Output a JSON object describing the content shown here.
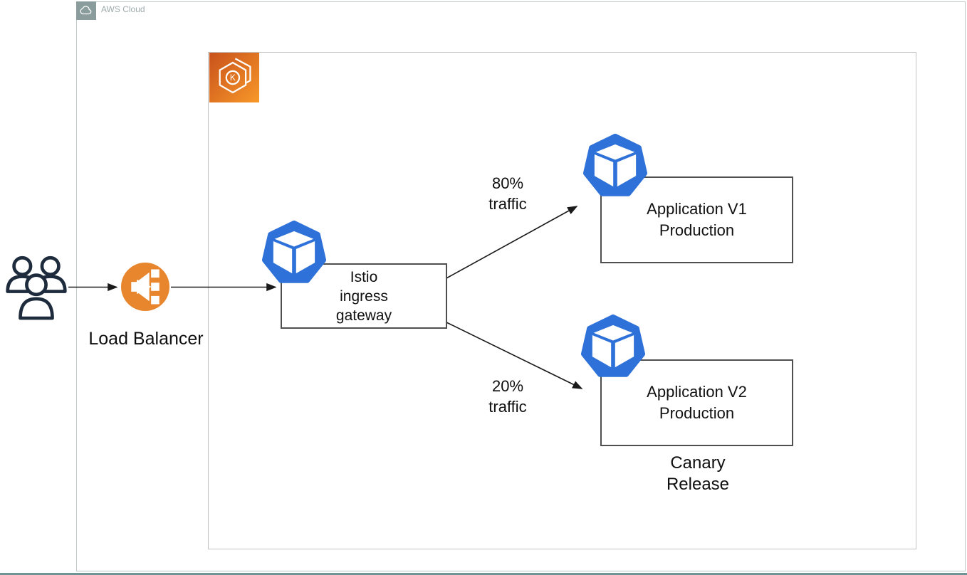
{
  "diagram": {
    "aws_cloud_label": "AWS Cloud",
    "load_balancer_label": "Load Balancer",
    "istio_label": "Istio\ningress\ngateway",
    "app_v1_label": "Application V1\nProduction",
    "app_v2_label": "Application V2\nProduction",
    "canary_label": "Canary\nRelease",
    "traffic_80_label": "80%\ntraffic",
    "traffic_20_label": "20%\ntraffic"
  },
  "icons": {
    "users": "users-icon",
    "load_balancer": "elastic-load-balancer-icon",
    "eks": "amazon-eks-icon",
    "pod": "kubernetes-pod-icon",
    "cloud": "cloud-icon"
  },
  "colors": {
    "pod_blue": "#2E71D8",
    "elb_orange": "#E8862D",
    "eks_gradient_start": "#C8511B",
    "eks_gradient_end": "#F89829",
    "users_navy": "#1E2B3C",
    "aws_badge_gray": "#8A9C9C",
    "aws_label_gray": "#9FABAB",
    "outer_border": "#BFC7C7",
    "cluster_border": "#C4C4C4",
    "node_border": "#4F4F4F",
    "arrow_black": "#1A1A1A",
    "bottom_strip_teal": "#6E9495"
  }
}
